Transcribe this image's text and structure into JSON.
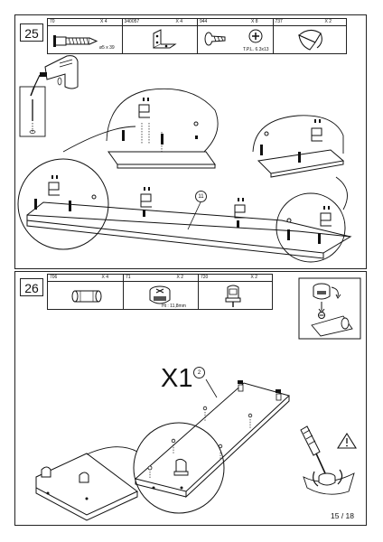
{
  "steps": [
    {
      "number": "25",
      "parts": [
        {
          "code": "70",
          "qty": "X 4",
          "note": "ø5 x 39",
          "icon": "dowel-screw-icon"
        },
        {
          "code": "340057",
          "qty": "X 4",
          "note": "",
          "icon": "angle-bracket-icon"
        },
        {
          "code": "944",
          "qty": "X 8",
          "note": "T.P.L. 6.3x13",
          "icon": "wood-screw-icon"
        },
        {
          "code": "737",
          "qty": "X 2",
          "note": "",
          "icon": "shelf-support-icon"
        }
      ],
      "callout": "11"
    },
    {
      "number": "26",
      "parts": [
        {
          "code": "706",
          "qty": "X 4",
          "note": "",
          "icon": "wooden-dowel-icon"
        },
        {
          "code": "71",
          "qty": "X 2",
          "note": "Ht : 11,8mm",
          "icon": "cam-lock-icon"
        },
        {
          "code": "720",
          "qty": "X 2",
          "note": "",
          "icon": "cam-bolt-icon"
        }
      ],
      "callout": "2",
      "multiplier": "X1"
    }
  ],
  "page_number": "15 / 18"
}
